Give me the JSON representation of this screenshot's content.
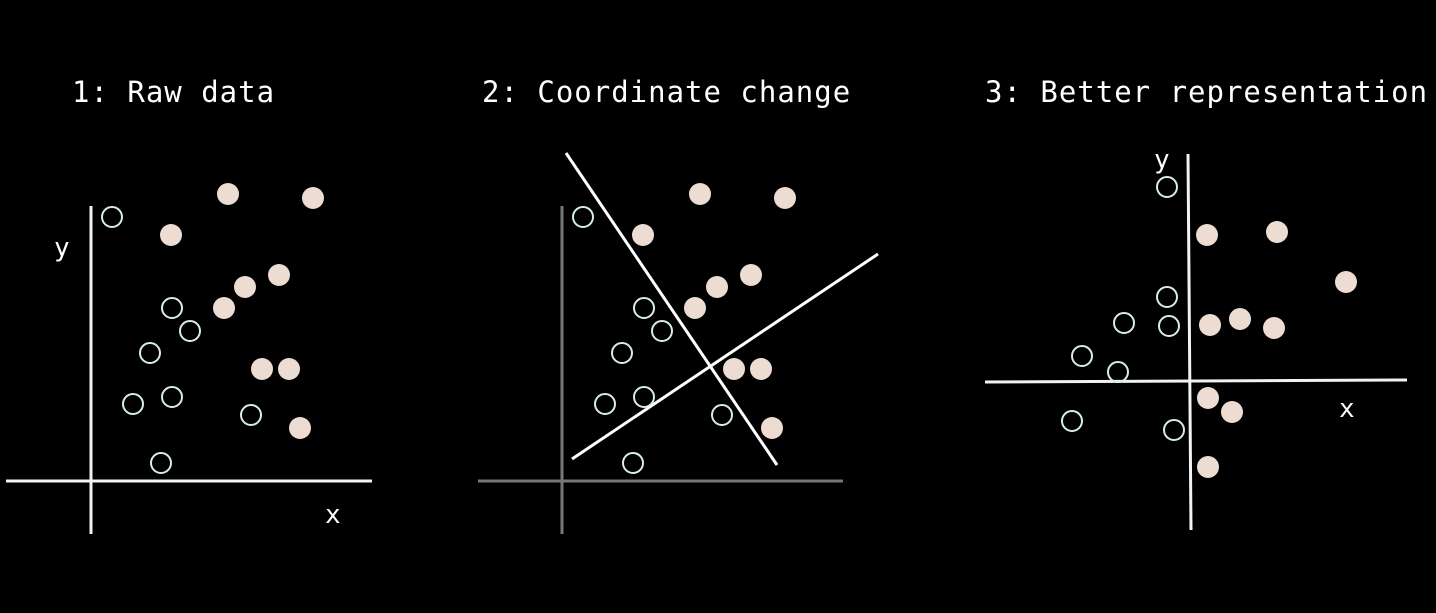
{
  "panels": [
    {
      "title": "1: Raw data",
      "x_label": "x",
      "y_label": "y",
      "axis_style": "bright",
      "has_direction_lines": false,
      "filled_points": [
        [
          228,
          194
        ],
        [
          313,
          198
        ],
        [
          171,
          235
        ],
        [
          279,
          275
        ],
        [
          245,
          287
        ],
        [
          224,
          308
        ],
        [
          262,
          369
        ],
        [
          289,
          369
        ],
        [
          300,
          428
        ]
      ],
      "hollow_points": [
        [
          112,
          217
        ],
        [
          172,
          308
        ],
        [
          190,
          331
        ],
        [
          150,
          353
        ],
        [
          172,
          397
        ],
        [
          133,
          404
        ],
        [
          251,
          415
        ],
        [
          161,
          463
        ]
      ]
    },
    {
      "title": "2: Coordinate change",
      "x_label": "",
      "y_label": "",
      "axis_style": "dim",
      "has_direction_lines": true,
      "filled_points": [
        [
          700,
          194
        ],
        [
          785,
          198
        ],
        [
          643,
          235
        ],
        [
          751,
          275
        ],
        [
          717,
          287
        ],
        [
          695,
          308
        ],
        [
          734,
          369
        ],
        [
          761,
          369
        ],
        [
          772,
          428
        ]
      ],
      "hollow_points": [
        [
          583,
          217
        ],
        [
          644,
          308
        ],
        [
          662,
          331
        ],
        [
          622,
          353
        ],
        [
          644,
          397
        ],
        [
          605,
          404
        ],
        [
          722,
          415
        ],
        [
          633,
          463
        ]
      ]
    },
    {
      "title": "3: Better representation",
      "x_label": "x",
      "y_label": "y",
      "axis_style": "bright",
      "has_direction_lines": false,
      "filled_points": [
        [
          1207,
          235
        ],
        [
          1277,
          232
        ],
        [
          1346,
          282
        ],
        [
          1210,
          325
        ],
        [
          1240,
          319
        ],
        [
          1274,
          328
        ],
        [
          1208,
          398
        ],
        [
          1232,
          412
        ],
        [
          1208,
          467
        ]
      ],
      "hollow_points": [
        [
          1167,
          187
        ],
        [
          1167,
          297
        ],
        [
          1169,
          326
        ],
        [
          1124,
          323
        ],
        [
          1082,
          356
        ],
        [
          1118,
          372
        ],
        [
          1072,
          421
        ],
        [
          1174,
          430
        ]
      ]
    }
  ]
}
